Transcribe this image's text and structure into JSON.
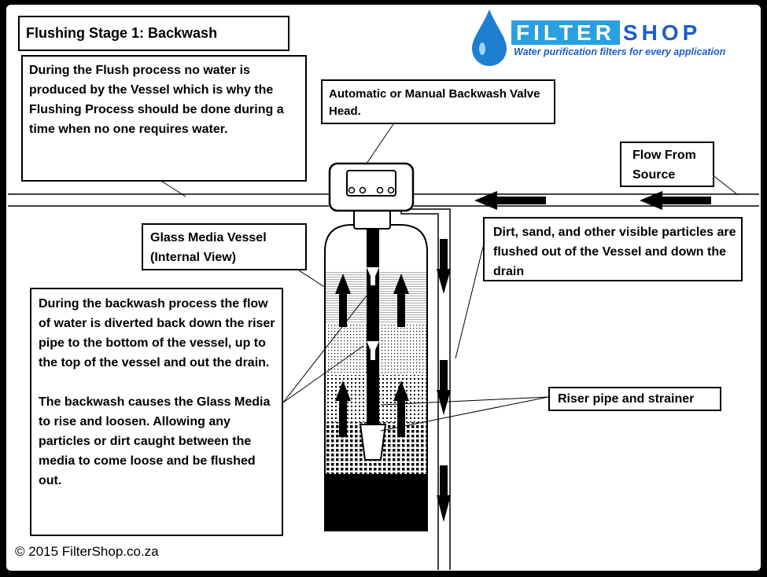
{
  "title": "Flushing Stage 1: Backwash",
  "info_text": "During the Flush process no water is produced by the Vessel which is why the Flushing Process should be done during a time when no one requires water.",
  "valve_label": "Automatic or Manual Backwash Valve Head.",
  "flow_label": "Flow From Source",
  "glass_label": "Glass Media Vessel (Internal View)",
  "dirt_label": "Dirt, sand, and other visible particles are flushed out of the Vessel and down the drain",
  "backwash_p1": "During the backwash process the flow of water is diverted back down the riser pipe to the bottom of the vessel, up to the top of the vessel and out the drain.",
  "backwash_p2": "The backwash causes the Glass Media to rise and loosen. Allowing any particles or dirt caught between the media to come loose and be flushed out.",
  "riser_label": "Riser pipe and strainer",
  "copyright": "© 2015 FilterShop.co.za",
  "logo": {
    "word_filter": "FILTER",
    "word_shop": "SHOP",
    "tagline": "Water purification filters for every application",
    "color_drop": "#1e7fd0",
    "color_text": "#1a5dc8"
  }
}
